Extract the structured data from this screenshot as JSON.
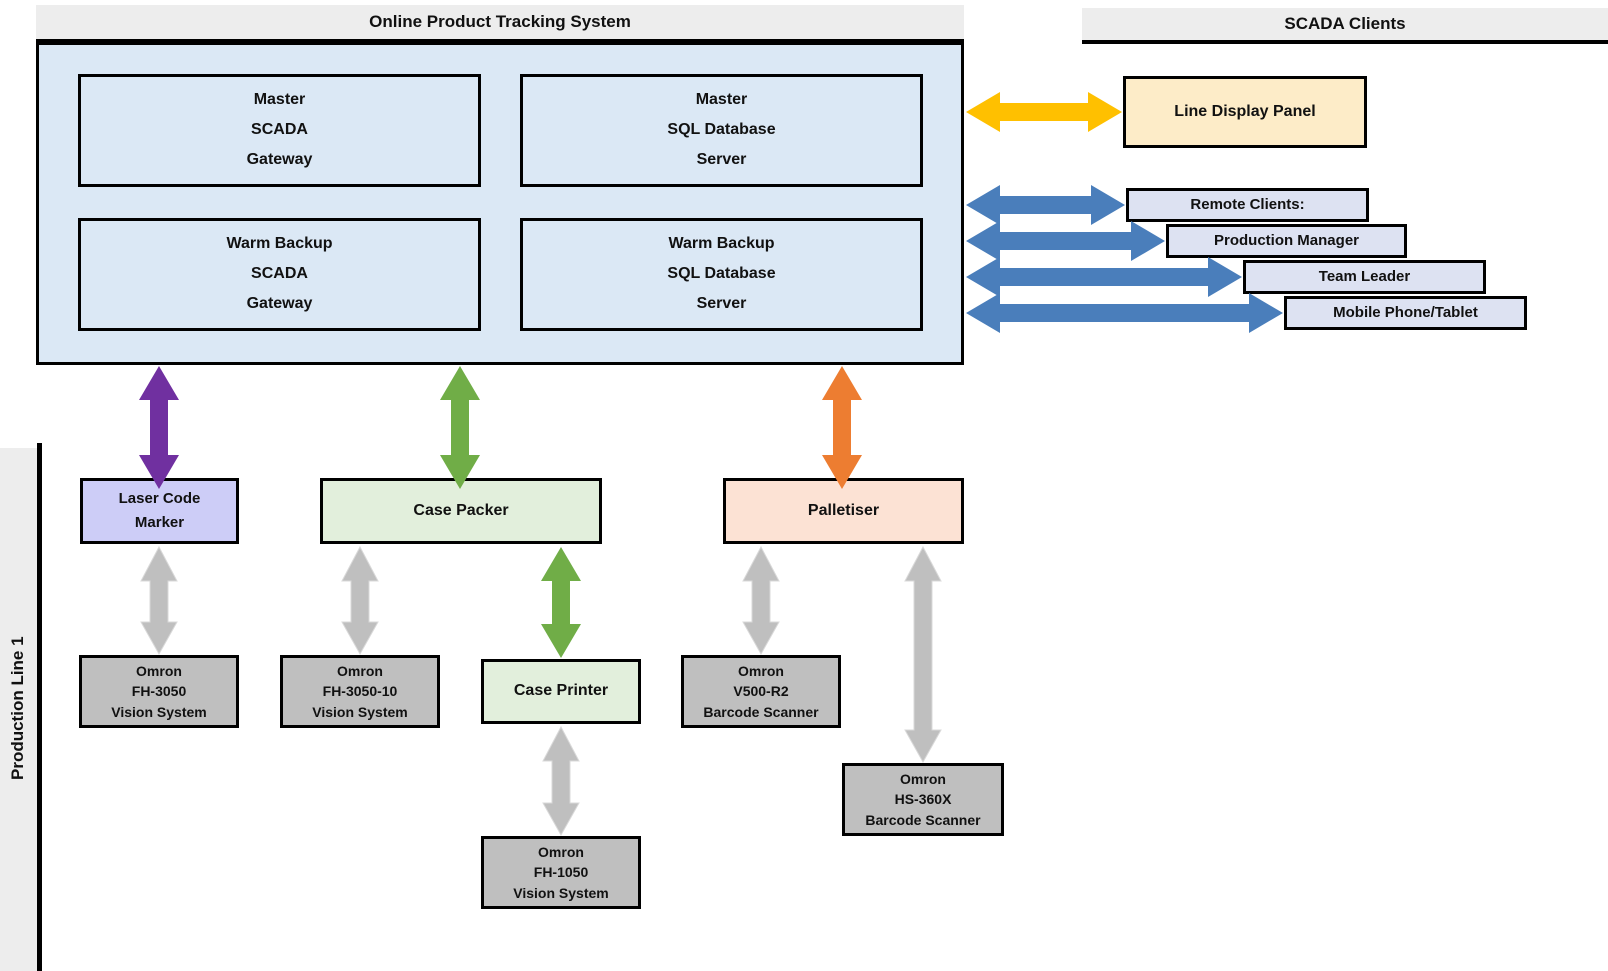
{
  "headers": {
    "tracking_system": "Online Product Tracking System",
    "scada_clients": "SCADA Clients"
  },
  "production_line": {
    "label": "Production Line 1"
  },
  "servers": [
    {
      "line1": "Master",
      "line2": "SCADA",
      "line3": "Gateway"
    },
    {
      "line1": "Master",
      "line2": "SQL Database",
      "line3": "Server"
    },
    {
      "line1": "Warm Backup",
      "line2": "SCADA",
      "line3": "Gateway"
    },
    {
      "line1": "Warm Backup",
      "line2": "SQL Database",
      "line3": "Server"
    }
  ],
  "scada_clients": {
    "display_panel": "Line Display Panel",
    "remote": [
      {
        "label": "Remote Clients:"
      },
      {
        "label": "Production Manager"
      },
      {
        "label": "Team Leader"
      },
      {
        "label": "Mobile Phone/Tablet"
      }
    ]
  },
  "machines": [
    {
      "line1": "Laser Code",
      "line2": "Marker",
      "line3": ""
    },
    {
      "line1": "Case Packer",
      "line2": "",
      "line3": ""
    },
    {
      "line1": "Palletiser",
      "line2": "",
      "line3": ""
    },
    {
      "line1": "Case Printer",
      "line2": "",
      "line3": ""
    }
  ],
  "devices": [
    {
      "line1": "Omron",
      "line2": "FH-3050",
      "line3": "Vision System"
    },
    {
      "line1": "Omron",
      "line2": "FH-3050-10",
      "line3": "Vision System"
    },
    {
      "line1": "Omron",
      "line2": "V500-R2",
      "line3": "Barcode Scanner"
    },
    {
      "line1": "Omron",
      "line2": "HS-360X",
      "line3": "Barcode Scanner"
    },
    {
      "line1": "Omron",
      "line2": "FH-1050",
      "line3": "Vision System"
    }
  ],
  "colors": {
    "panel_fill": "#dbe8f5",
    "header_fill": "#ededed",
    "arrow_purple": "#7030a0",
    "arrow_green": "#70ad47",
    "arrow_orange": "#ed7d31",
    "arrow_grey": "#bfbfbf",
    "arrow_blue": "#4a7ebb",
    "arrow_yellow": "#ffc000",
    "laser_fill": "#cdcdf7",
    "case_fill": "#e2efdc",
    "palletiser_fill": "#fce2d4",
    "device_fill": "#bfbfbf",
    "display_fill": "#fdecc8",
    "client_fill": "#dde2f2"
  }
}
